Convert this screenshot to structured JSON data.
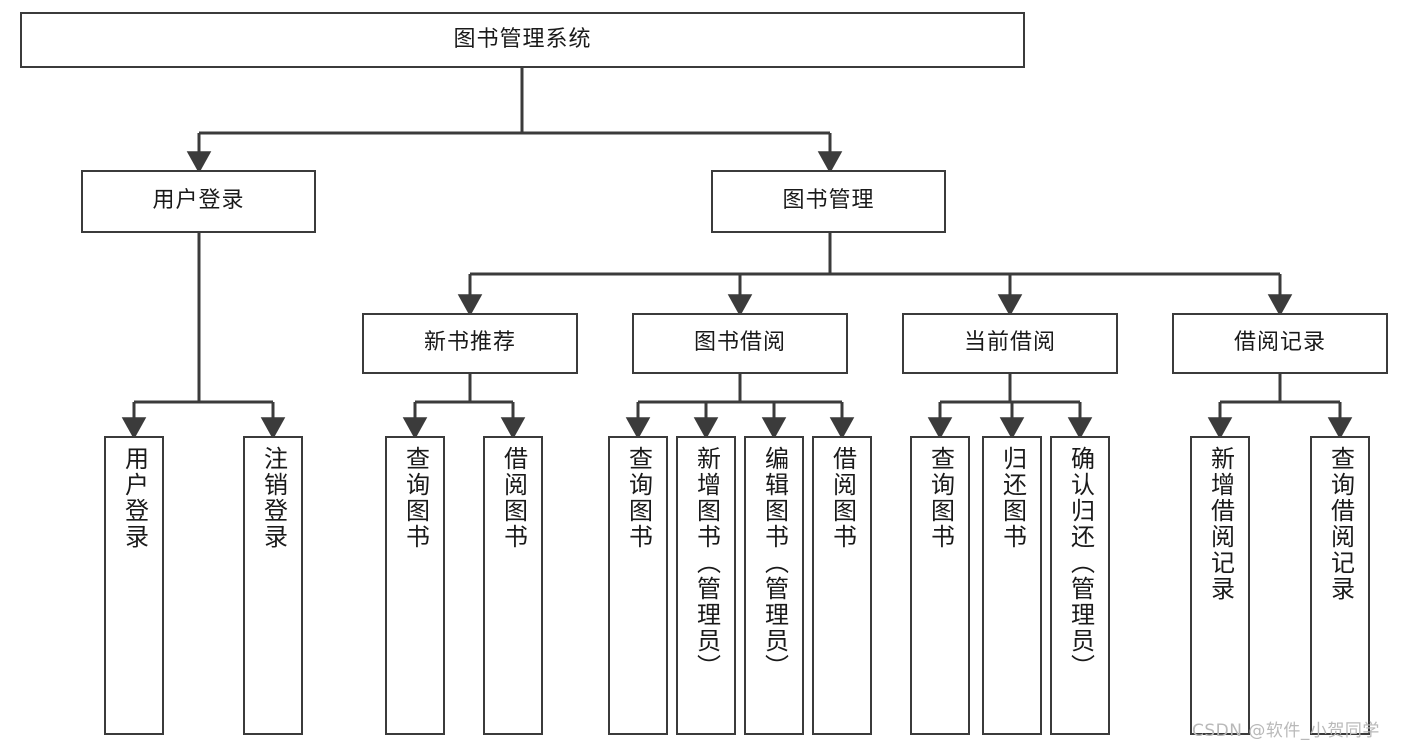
{
  "diagram": {
    "title": "图书管理系统",
    "type": "tree-hierarchy-chart",
    "colors": {
      "box_border": "#3b3b3b",
      "box_fill": "#ffffff",
      "edge": "#3b3b3b",
      "text": "#1a1a1a",
      "watermark": "#b9b9b9",
      "background": "#ffffff"
    },
    "root": {
      "label": "图书管理系统"
    },
    "level2": [
      {
        "label": "用户登录"
      },
      {
        "label": "图书管理"
      }
    ],
    "level3": [
      {
        "label": "新书推荐"
      },
      {
        "label": "图书借阅"
      },
      {
        "label": "当前借阅"
      },
      {
        "label": "借阅记录"
      }
    ],
    "leaves": {
      "user_login": [
        {
          "label": "用户登录"
        },
        {
          "label": "注销登录"
        }
      ],
      "new_book_recommend": [
        {
          "label": "查询图书"
        },
        {
          "label": "借阅图书"
        }
      ],
      "book_borrow": [
        {
          "label": "查询图书"
        },
        {
          "label": "新增图书（管理员）"
        },
        {
          "label": "编辑图书（管理员）"
        },
        {
          "label": "借阅图书"
        }
      ],
      "current_borrow": [
        {
          "label": "查询图书"
        },
        {
          "label": "归还图书"
        },
        {
          "label": "确认归还（管理员）"
        }
      ],
      "borrow_record": [
        {
          "label": "新增借阅记录"
        },
        {
          "label": "查询借阅记录"
        }
      ]
    },
    "watermark": "CSDN @软件_小贺同学"
  }
}
